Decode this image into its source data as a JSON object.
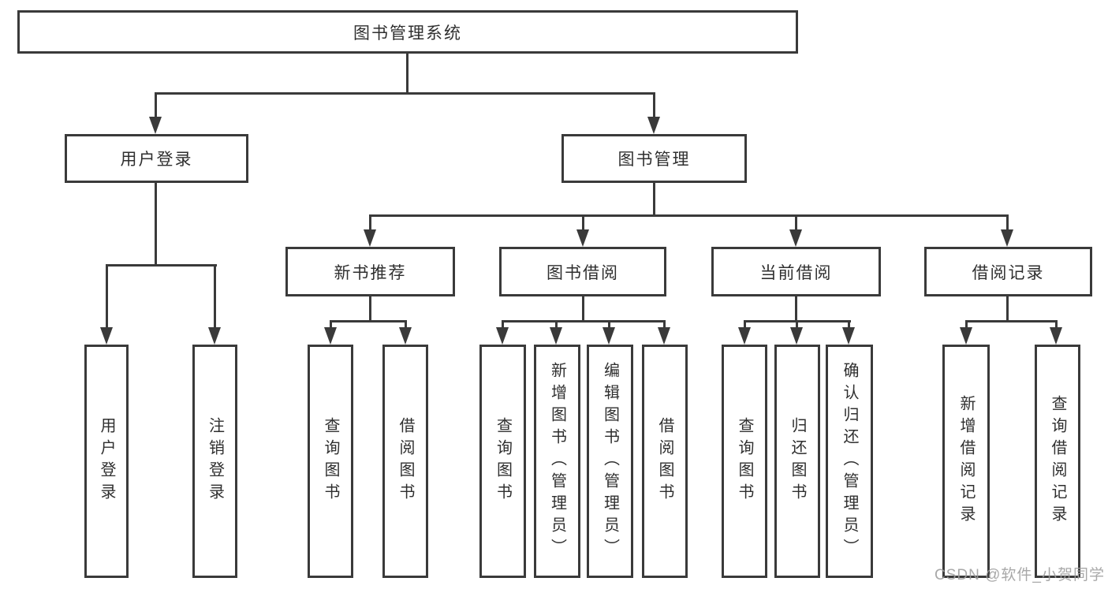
{
  "diagram": {
    "root": {
      "label": "图书管理系统"
    },
    "level2": {
      "user_login": {
        "label": "用户登录"
      },
      "book_mgmt": {
        "label": "图书管理"
      }
    },
    "level3": [
      {
        "label": "新书推荐"
      },
      {
        "label": "图书借阅"
      },
      {
        "label": "当前借阅"
      },
      {
        "label": "借阅记录"
      }
    ],
    "leaves": [
      {
        "label": "用户登录"
      },
      {
        "label": "注销登录"
      },
      {
        "label": "查询图书"
      },
      {
        "label": "借阅图书"
      },
      {
        "label": "查询图书"
      },
      {
        "label": "新增图书（管理员）"
      },
      {
        "label": "编辑图书（管理员）"
      },
      {
        "label": "借阅图书"
      },
      {
        "label": "查询图书"
      },
      {
        "label": "归还图书"
      },
      {
        "label": "确认归还（管理员）"
      },
      {
        "label": "新增借阅记录"
      },
      {
        "label": "查询借阅记录"
      }
    ],
    "watermark": {
      "label": "CSDN @软件_小贺同学"
    },
    "colors": {
      "line": "#3a3a3a",
      "text": "#2f2f2f",
      "background": "#ffffff",
      "watermark": "#9e9e9e"
    }
  }
}
